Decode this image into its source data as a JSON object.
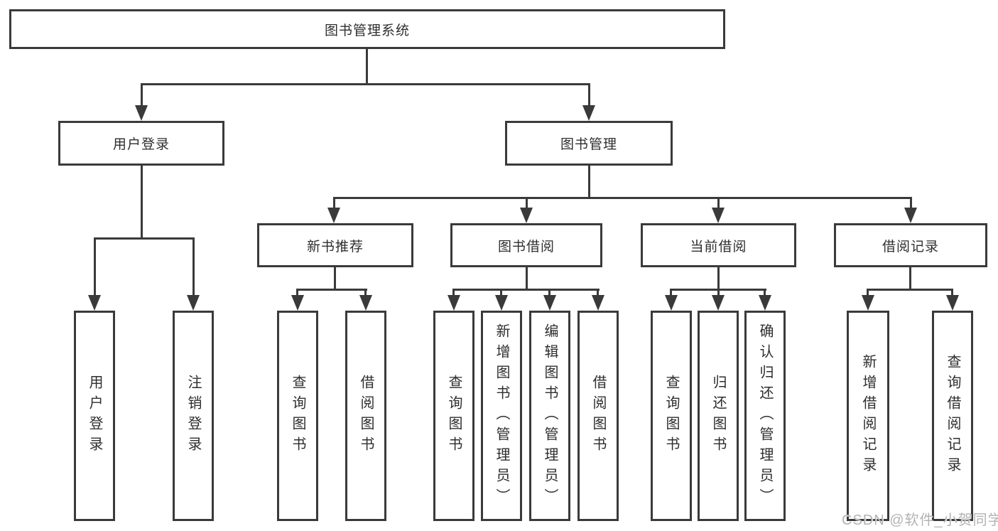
{
  "colors": {
    "line": "#3a3a3a",
    "text": "#2e2e2e",
    "background": "#ffffff",
    "watermark": "#b3b3b3"
  },
  "watermark": {
    "text": "CSDN @软件_小贺同学"
  },
  "tree": {
    "label": "图书管理系统",
    "children": [
      {
        "label": "用户登录",
        "children": [
          {
            "label": "用户登录"
          },
          {
            "label": "注销登录"
          }
        ]
      },
      {
        "label": "图书管理",
        "children": [
          {
            "label": "新书推荐",
            "children": [
              {
                "label": "查询图书"
              },
              {
                "label": "借阅图书"
              }
            ]
          },
          {
            "label": "图书借阅",
            "children": [
              {
                "label": "查询图书"
              },
              {
                "label": "新增图书（管理员）"
              },
              {
                "label": "编辑图书（管理员）"
              },
              {
                "label": "借阅图书"
              }
            ]
          },
          {
            "label": "当前借阅",
            "children": [
              {
                "label": "查询图书"
              },
              {
                "label": "归还图书"
              },
              {
                "label": "确认归还（管理员）"
              }
            ]
          },
          {
            "label": "借阅记录",
            "children": [
              {
                "label": "新增借阅记录"
              },
              {
                "label": "查询借阅记录"
              }
            ]
          }
        ]
      }
    ]
  }
}
